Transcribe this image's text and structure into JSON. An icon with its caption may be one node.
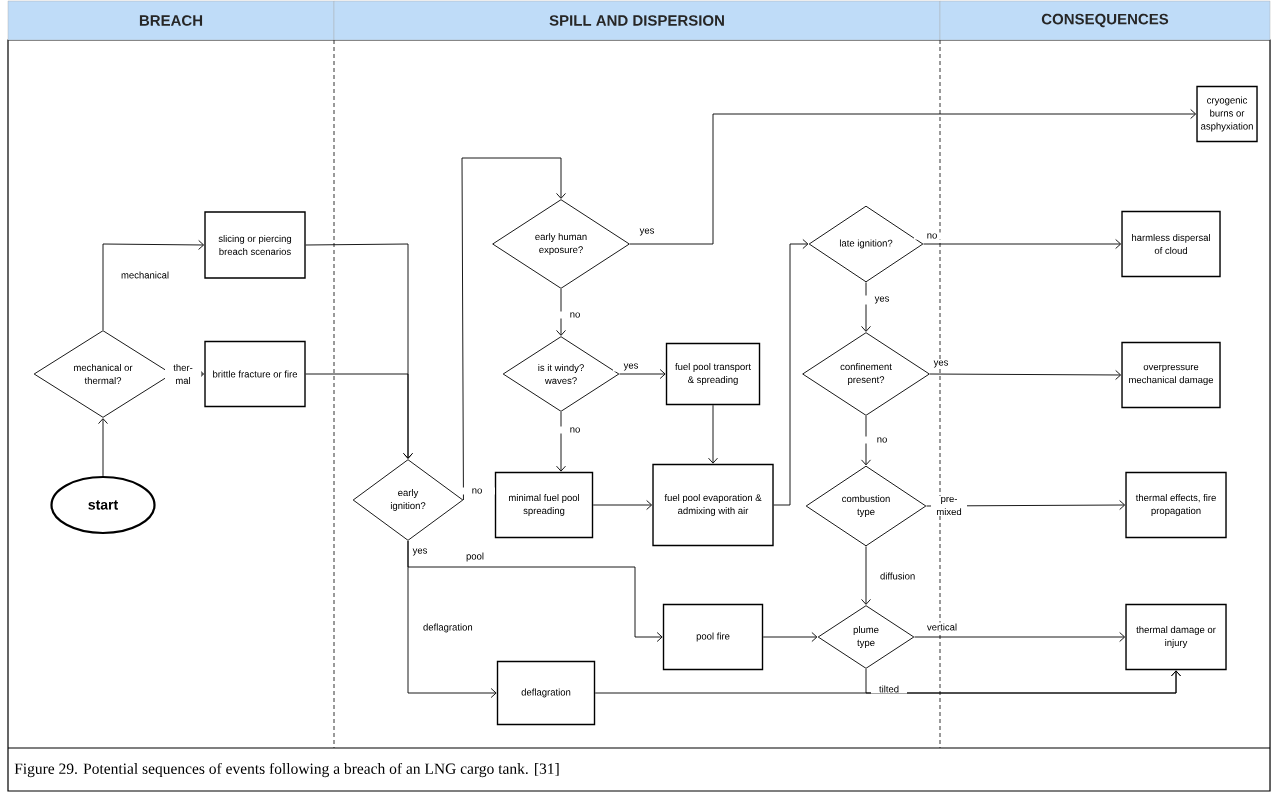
{
  "diagram": {
    "caption": "Figure 29. Potential sequences of events following a breach of an LNG cargo tank. [31]",
    "nodes": [
      {
        "text": [
          "BREACH"
        ]
      },
      {
        "text": [
          "SPILL AND DISPERSION"
        ]
      },
      {
        "text": [
          "CONSEQUENCES"
        ]
      },
      {
        "text": [
          "start"
        ]
      },
      {
        "text": [
          "mechanical or thermal?"
        ]
      },
      {
        "text": [
          "slicing or piercing breach scenarios"
        ]
      },
      {
        "text": [
          "brittle fracture or fire"
        ]
      },
      {
        "text": [
          "early ignition?"
        ]
      },
      {
        "text": [
          "early human exposure?"
        ]
      },
      {
        "text": [
          "cryogenic burns or asphyxiation"
        ]
      },
      {
        "text": [
          "is it windy? waves?"
        ]
      },
      {
        "text": [
          "fuel pool transport & spreading"
        ]
      },
      {
        "text": [
          "minimal fuel pool spreading"
        ]
      },
      {
        "text": [
          "fuel pool evaporation & admixing with air"
        ]
      },
      {
        "text": [
          "late ignition?"
        ]
      },
      {
        "text": [
          "harmless dispersal of cloud"
        ]
      },
      {
        "text": [
          "confinement present?"
        ]
      },
      {
        "text": [
          "overpressure mechanical damage"
        ]
      },
      {
        "text": [
          "combustion type"
        ]
      },
      {
        "text": [
          "thermal effects, fire propagation"
        ]
      },
      {
        "text": [
          "plume type"
        ]
      },
      {
        "text": [
          "pool fire"
        ]
      },
      {
        "text": [
          "deflagration"
        ]
      },
      {
        "text": [
          "thermal damage or injury"
        ]
      }
    ],
    "edges": [
      {
        "from": 3,
        "to": 4,
        "arrow": "to"
      },
      {
        "from": 4,
        "to": 5,
        "arrow": "to",
        "label": "mechanical"
      },
      {
        "from": 4,
        "to": 6,
        "arrow": "to",
        "label": "ther- mal"
      },
      {
        "from": 5,
        "to": 7,
        "arrow": "to"
      },
      {
        "from": 6,
        "to": 7,
        "arrow": "to"
      },
      {
        "from": 7,
        "to": 8,
        "arrow": "to",
        "label": "no"
      },
      {
        "from": 8,
        "to": 9,
        "arrow": "to",
        "label": "yes"
      },
      {
        "from": 8,
        "to": 10,
        "arrow": "to",
        "label": "no"
      },
      {
        "from": 10,
        "to": 11,
        "arrow": "to",
        "label": "yes"
      },
      {
        "from": 10,
        "to": 12,
        "arrow": "to",
        "label": "no"
      },
      {
        "from": 11,
        "to": 13,
        "arrow": "to"
      },
      {
        "from": 12,
        "to": 13,
        "arrow": "to"
      },
      {
        "from": 13,
        "to": 14,
        "arrow": "to"
      },
      {
        "from": 14,
        "to": 15,
        "arrow": "to",
        "label": "no"
      },
      {
        "from": 14,
        "to": 16,
        "arrow": "to",
        "label": "yes"
      },
      {
        "from": 16,
        "to": 17,
        "arrow": "to",
        "label": "yes"
      },
      {
        "from": 16,
        "to": 18,
        "arrow": "to",
        "label": "no"
      },
      {
        "from": 18,
        "to": 19,
        "arrow": "to",
        "label": "pre- mixed"
      },
      {
        "from": 18,
        "to": 20,
        "arrow": "to",
        "label": "diffusion"
      },
      {
        "from": 7,
        "to": 21,
        "arrow": "to",
        "label": "pool"
      },
      {
        "from": 7,
        "to": 22,
        "arrow": "to",
        "label": "deflagration"
      },
      {
        "from": 21,
        "to": 20,
        "arrow": "to"
      },
      {
        "from": 20,
        "to": 23,
        "arrow": "to",
        "label": "vertical"
      },
      {
        "from": 22,
        "to": 23,
        "arrow": "to"
      },
      {
        "from": 20,
        "to": 23,
        "arrow": "to",
        "label": "tilted"
      }
    ],
    "labels": [
      "yes"
    ]
  }
}
